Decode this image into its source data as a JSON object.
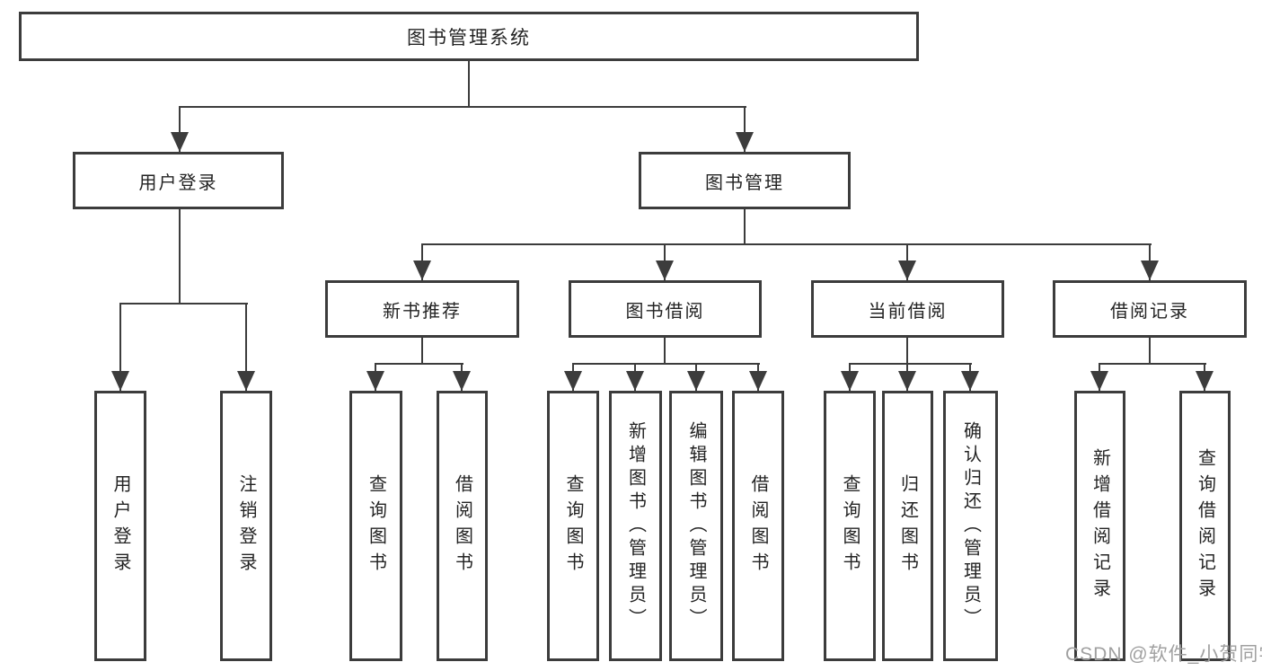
{
  "diagram": {
    "type": "hierarchy-tree",
    "watermark": "CSDN @软件_小贺同学",
    "colors": {
      "line": "#3c3c3c",
      "text": "#232323",
      "watermark": "#a0a0a0",
      "background": "#ffffff"
    },
    "tree": {
      "label": "图书管理系统",
      "children": [
        {
          "label": "用户登录",
          "children": [
            {
              "label": "用户登录"
            },
            {
              "label": "注销登录"
            }
          ]
        },
        {
          "label": "图书管理",
          "children": [
            {
              "label": "新书推荐",
              "children": [
                {
                  "label": "查询图书"
                },
                {
                  "label": "借阅图书"
                }
              ]
            },
            {
              "label": "图书借阅",
              "children": [
                {
                  "label": "查询图书"
                },
                {
                  "label": "新增图书（管理员）"
                },
                {
                  "label": "编辑图书（管理员）"
                },
                {
                  "label": "借阅图书"
                }
              ]
            },
            {
              "label": "当前借阅",
              "children": [
                {
                  "label": "查询图书"
                },
                {
                  "label": "归还图书"
                },
                {
                  "label": "确认归还（管理员）"
                }
              ]
            },
            {
              "label": "借阅记录",
              "children": [
                {
                  "label": "新增借阅记录"
                },
                {
                  "label": "查询借阅记录"
                }
              ]
            }
          ]
        }
      ]
    }
  }
}
